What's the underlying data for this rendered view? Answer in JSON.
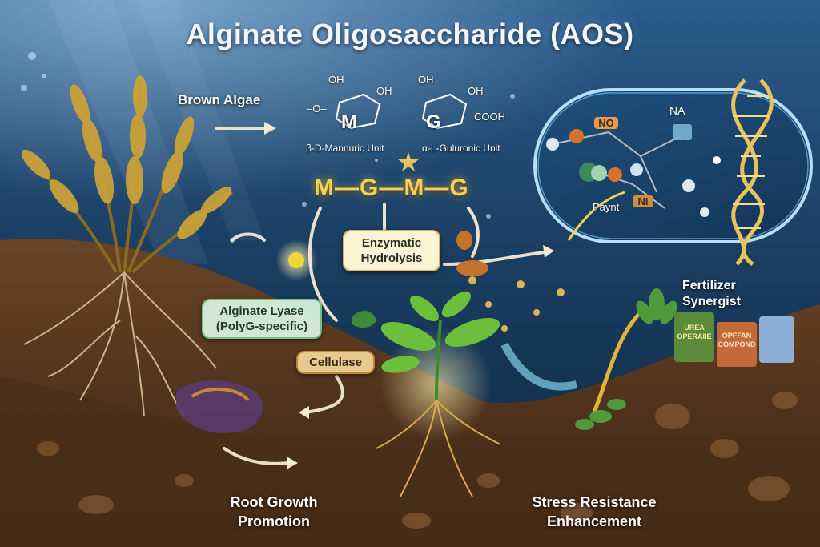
{
  "title": "Alginate Oligosaccharide (AOS)",
  "labels": {
    "source": "Brown Algae",
    "chain": "M—G—M—G",
    "enzymatic": "Enzymatic Hydrolysis",
    "lyase": "Alginate Lyase (PolyG-specific)",
    "cellulase": "Cellulase",
    "fertilizer": "Fertilizer Synergist",
    "root": "Root Growth Promotion",
    "stress": "Stress Resistance Enhancement"
  },
  "structure": {
    "m_unit": {
      "letter": "M",
      "caption": "β-D-Mannuric Unit",
      "oh_top": "OH",
      "oh_right": "OH",
      "link": "–O–"
    },
    "g_unit": {
      "letter": "G",
      "caption": "α-L-Guluronic Unit",
      "oh_top": "OH",
      "oh_right": "OH",
      "cooh": "COOH"
    }
  },
  "cell_labels": {
    "no": "NO",
    "na": "NA",
    "paynt": "Paynt",
    "ni": "NI"
  },
  "fertilizer_bags": {
    "bag1": "UREA OPERAIIE",
    "bag2": "OPFFAN COMPOND"
  },
  "colors": {
    "water_top": "#2a5a86",
    "water_deep": "#0d2640",
    "soil": "#5a3b22",
    "accent_gold": "#f6cf55",
    "dna": "#e8c25a"
  }
}
